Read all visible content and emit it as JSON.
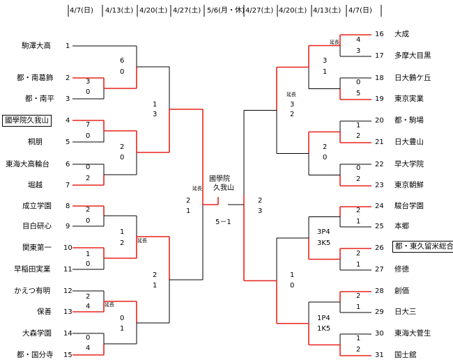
{
  "dates": [
    "4/7(日)",
    "4/13(土)",
    "4/20(土)",
    "4/27(土)",
    "5/6(月・休)",
    "4/27(土)",
    "4/20(土)",
    "4/13(土)",
    "4/7(日)"
  ],
  "left_teams": [
    {
      "seed": "1",
      "name": "駒澤大高"
    },
    {
      "seed": "2",
      "name": "都・南葛飾"
    },
    {
      "seed": "3",
      "name": "都・南平"
    },
    {
      "seed": "4",
      "name": "國學院久我山",
      "boxed": true
    },
    {
      "seed": "5",
      "name": "桐朋"
    },
    {
      "seed": "6",
      "name": "東海大高輪台"
    },
    {
      "seed": "7",
      "name": "堀越"
    },
    {
      "seed": "8",
      "name": "成立学園"
    },
    {
      "seed": "9",
      "name": "目白研心"
    },
    {
      "seed": "10",
      "name": "関東第一"
    },
    {
      "seed": "11",
      "name": "早稲田実業"
    },
    {
      "seed": "12",
      "name": "かえつ有明"
    },
    {
      "seed": "13",
      "name": "保善"
    },
    {
      "seed": "14",
      "name": "大森学園"
    },
    {
      "seed": "15",
      "name": "都・国分寺"
    }
  ],
  "right_teams": [
    {
      "seed": "16",
      "name": "大成"
    },
    {
      "seed": "17",
      "name": "多摩大目黒"
    },
    {
      "seed": "18",
      "name": "日大鶴ケ丘"
    },
    {
      "seed": "19",
      "name": "東京実業"
    },
    {
      "seed": "20",
      "name": "都・駒場"
    },
    {
      "seed": "21",
      "name": "日大豊山"
    },
    {
      "seed": "22",
      "name": "早大学院"
    },
    {
      "seed": "23",
      "name": "東京朝鮮"
    },
    {
      "seed": "24",
      "name": "駿台学園"
    },
    {
      "seed": "25",
      "name": "本郷"
    },
    {
      "seed": "26",
      "name": "都・東久留米総合",
      "boxed": true
    },
    {
      "seed": "27",
      "name": "修徳"
    },
    {
      "seed": "28",
      "name": "創価"
    },
    {
      "seed": "29",
      "name": "日大三"
    },
    {
      "seed": "30",
      "name": "東海大菅生"
    },
    {
      "seed": "31",
      "name": "国士舘"
    }
  ],
  "scores": {
    "l2_3": [
      "3",
      "0"
    ],
    "l4_5": [
      "7",
      "0"
    ],
    "l6_7": [
      "0",
      "2"
    ],
    "l8_9": [
      "2",
      "0"
    ],
    "l10_11": [
      "1",
      "0"
    ],
    "l12_13": [
      "2",
      "4"
    ],
    "l14_15": [
      "0",
      "4"
    ],
    "l1_23": [
      "6",
      "0"
    ],
    "l45_67": [
      "2",
      "0"
    ],
    "l89_1011": [
      "1",
      "2"
    ],
    "l1213_1415": [
      "0",
      "1"
    ],
    "lq1": [
      "1",
      "3"
    ],
    "lq2": [
      "2",
      "1"
    ],
    "lsemi": [
      "2",
      "1"
    ],
    "final": "5－1",
    "rsemi": [
      "2",
      "3"
    ],
    "r16_17": [
      "4",
      "3"
    ],
    "r18_19": [
      "0",
      "5"
    ],
    "r20_21": [
      "1",
      "2"
    ],
    "r22_23": [
      "0",
      "2"
    ],
    "r24_25": [
      "2",
      "1"
    ],
    "r26_27": [
      "2",
      "1"
    ],
    "r28_29": [
      "2",
      "1"
    ],
    "r30_31": [
      "1",
      "2"
    ],
    "rA": [
      "3",
      "1"
    ],
    "rB": [
      "2",
      "0"
    ],
    "rC": [
      "3P4",
      "3K5"
    ],
    "rD": [
      "1P4",
      "1K5"
    ],
    "rq1": [
      "3",
      "2"
    ],
    "rq2": [
      "1",
      "0"
    ]
  },
  "extra_time": "延長",
  "champion": [
    "國學院",
    "久我山"
  ],
  "colors": {
    "winner_line": "#e8221c",
    "line": "#000000"
  }
}
